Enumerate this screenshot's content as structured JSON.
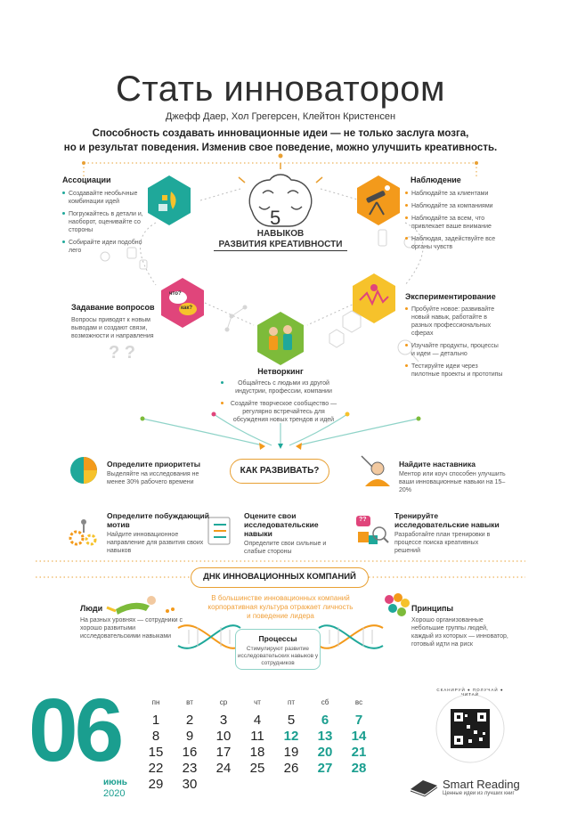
{
  "title": "Стать инноватором",
  "authors": "Джефф Даер, Хол Грегерсен, Клейтон Кристенсен",
  "lead": [
    "Способность создавать инновационные идеи — не только заслуга мозга,",
    "но и результат поведения. Изменив свое поведение, можно улучшить креативность."
  ],
  "center": {
    "number": "5",
    "label_line1": "НАВЫКОВ",
    "label_line2": "РАЗВИТИЯ КРЕАТИВНОСТИ"
  },
  "skills": {
    "associations": {
      "title": "Ассоциации",
      "items": [
        "Создавайте необычные комбинации идей",
        "Погружайтесь в детали и, наоборот, оценивайте со стороны",
        "Собирайте идеи подобно лего"
      ]
    },
    "observation": {
      "title": "Наблюдение",
      "items": [
        "Наблюдайте за клиентами",
        "Наблюдайте за компаниями",
        "Наблюдайте за всем, что привлекает ваше внимание",
        "Наблюдая, задействуйте все органы чувств"
      ]
    },
    "questions": {
      "title": "Задавание вопросов",
      "text": "Вопросы приводят к новым выводам и создают связи, возможности и направления",
      "bubble1": "что?",
      "bubble2": "как?",
      "marks": "? ?"
    },
    "experiments": {
      "title": "Экспериментирование",
      "items": [
        "Пробуйте новое: развивайте новый навык, работайте в разных профессиональных сферах",
        "Изучайте продукты, процессы и идеи — детально",
        "Тестируйте идеи через пилотные проекты и прототипы"
      ]
    },
    "networking": {
      "title": "Нетворкинг",
      "items": [
        "Общайтесь с людьми из другой индустрии, профессии, компании",
        "Создайте творческое сообщество — регулярно встречайтесь для обсуждения новых трендов и идей"
      ]
    }
  },
  "how": {
    "label": "КАК РАЗВИВАТЬ?",
    "tips": [
      {
        "title": "Определите приоритеты",
        "text": "Выделяйте на исследования не менее 30% рабочего времени"
      },
      {
        "title": "Найдите наставника",
        "text": "Ментор или коуч способен улучшить ваши инновационные навыки на 15–20%"
      },
      {
        "title": "Определите побуждающий мотив",
        "text": "Найдите инновационное направление для развития своих навыков"
      },
      {
        "title": "Оцените свои исследовательские навыки",
        "text": "Определите свои сильные и слабые стороны"
      },
      {
        "title": "Тренируйте исследовательские навыки",
        "text": "Разработайте план тренировки в процессе поиска креативных решений"
      }
    ],
    "bubble": "??"
  },
  "dna": {
    "label": "ДНК ИННОВАЦИОННЫХ КОМПАНИЙ",
    "subtitle": [
      "В большинстве инновационных компаний",
      "корпоративная культура отражает личность",
      "и поведение лидера"
    ],
    "people": {
      "title": "Люди",
      "text": "На разных уровнях — сотрудники с хорошо развитыми исследовательскими навыками"
    },
    "principles": {
      "title": "Принципы",
      "text": "Хорошо организованные небольшие группы людей, каждый из которых — инноватор, готовый идти на риск"
    },
    "processes": {
      "title": "Процессы",
      "text": "Стимулируют развитие исследовательских навыков у сотрудников"
    }
  },
  "calendar": {
    "month_number": "06",
    "month_name": "июнь",
    "year": "2020",
    "weekdays": [
      "пн",
      "вт",
      "ср",
      "чт",
      "пт",
      "сб",
      "вс"
    ],
    "weeks": [
      [
        "1",
        "2",
        "3",
        "4",
        "5",
        "6",
        "7"
      ],
      [
        "8",
        "9",
        "10",
        "11",
        "12",
        "13",
        "14"
      ],
      [
        "15",
        "16",
        "17",
        "18",
        "19",
        "20",
        "21"
      ],
      [
        "22",
        "23",
        "24",
        "25",
        "26",
        "27",
        "28"
      ],
      [
        "29",
        "30",
        "",
        "",
        "",
        "",
        ""
      ]
    ],
    "highlighted": [
      "6",
      "7",
      "12",
      "13",
      "14",
      "20",
      "21",
      "27",
      "28"
    ]
  },
  "brand": {
    "name": "Smart Reading",
    "tagline": "Ценные идеи из лучших книг",
    "qr_ring": "СКАНИРУЙ ● ПОЛУЧАЙ ● ЧИТАЙ"
  },
  "colors": {
    "teal": "#1a9e8f",
    "orange": "#f39a1b",
    "pink": "#e0457b",
    "green": "#7dbb3a",
    "yellow": "#f6c22b"
  }
}
